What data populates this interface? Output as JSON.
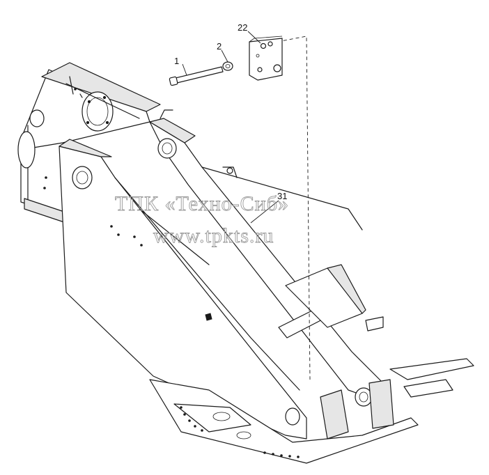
{
  "callouts": [
    {
      "id": "1",
      "label": "1"
    },
    {
      "id": "2",
      "label": "2"
    },
    {
      "id": "22",
      "label": "22"
    },
    {
      "id": "31",
      "label": "31"
    }
  ],
  "watermark": {
    "line1": "ТПК «Техно-Сиб»",
    "line2": "www.tpkts.ru"
  }
}
